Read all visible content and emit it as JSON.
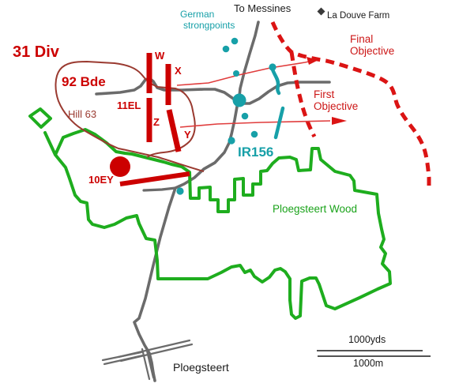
{
  "map_description": "WWI battle map of Ploegsteert / Messines area",
  "colors": {
    "british_red": "#cc0000",
    "objective_red": "#db1414",
    "thin_arrow_red": "#e03c3c",
    "hill_outline_maroon": "#9a3a30",
    "german_teal": "#17a0a8",
    "wood_green": "#1ead1e",
    "road_gray": "#6b6b6b",
    "text_black": "#1a1a1a"
  },
  "labels": {
    "to_messines": "To Messines",
    "la_douve_farm": "La Douve Farm",
    "german_strongpoints": {
      "line1": "German",
      "line2": "strongpoints"
    },
    "final_objective": {
      "line1": "Final",
      "line2": "Objective"
    },
    "first_objective": {
      "line1": "First",
      "line2": "Objective"
    },
    "division": "31 Div",
    "brigade": "92 Bde",
    "hill": "Hill 63",
    "battalion_11el": "11EL",
    "battalion_10ey": "10EY",
    "trench_w": "W",
    "trench_x": "X",
    "trench_z": "Z",
    "trench_y": "Y",
    "german_regiment": "IR156",
    "wood": "Ploegsteert Wood",
    "town": "Ploegsteert",
    "scale": {
      "yards": "1000yds",
      "metres": "1000m"
    }
  }
}
